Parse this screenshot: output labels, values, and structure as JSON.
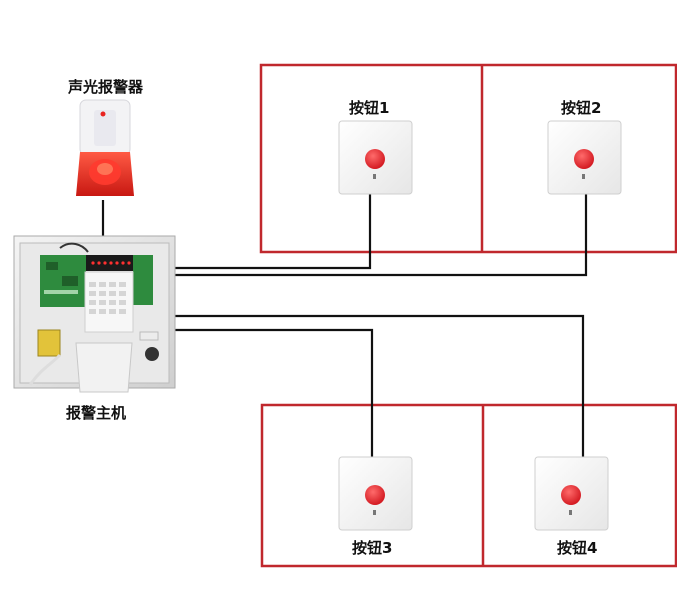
{
  "labels": {
    "siren": "声光报警器",
    "host": "报警主机",
    "button1": "按钮1",
    "button2": "按钮2",
    "button3": "按钮3",
    "button4": "按钮4"
  },
  "colors": {
    "zone_border": "#c0282d",
    "wire": "#111111",
    "siren_red": "#e8231f",
    "button_red": "#e41e26",
    "panel_grey": "#d9d9d9",
    "pcb_green": "#2e8b3e"
  },
  "icons": {
    "siren": "strobe-siren-icon",
    "host": "alarm-control-panel-icon",
    "button": "emergency-push-button-icon"
  }
}
